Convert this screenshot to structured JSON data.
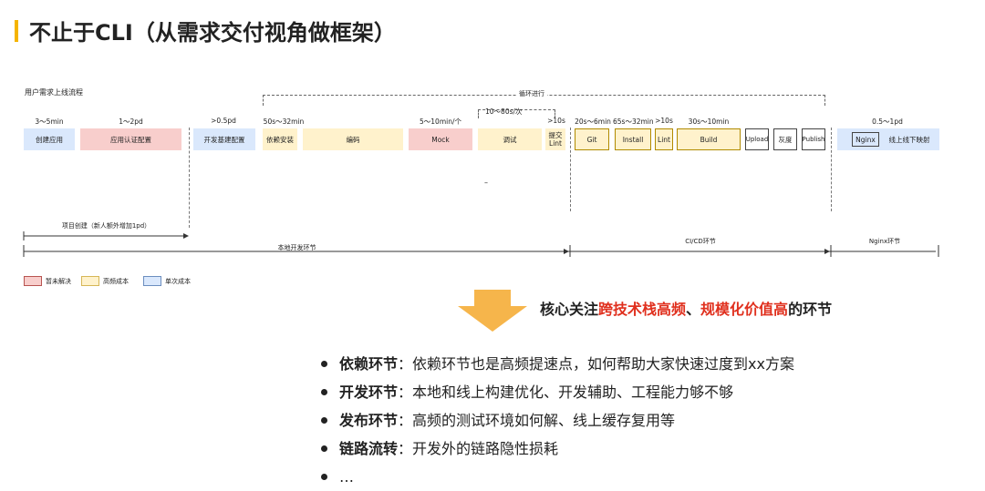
{
  "title": "不止于CLI（从需求交付视角做框架）",
  "flow_label": "用户需求上线流程",
  "loop_label": "循环进行",
  "inner_loop_label": "10～80s/次",
  "steps": [
    {
      "duration": "3～5min",
      "label": "创建应用",
      "cost": "single"
    },
    {
      "duration": "1～2pd",
      "label": "应用认证配置",
      "cost": "unsolved"
    },
    {
      "duration": ">0.5pd",
      "label": "开发基建配置",
      "cost": "single"
    },
    {
      "duration": "50s～32min",
      "label": "依赖安装",
      "cost": "high"
    },
    {
      "duration": "",
      "label": "编码",
      "cost": "high"
    },
    {
      "duration": "5～10min/个",
      "label": "Mock",
      "cost": "unsolved"
    },
    {
      "duration": "",
      "label": "调试",
      "cost": "high"
    },
    {
      "duration": ">10s",
      "label": "提交 Lint",
      "cost": "high"
    },
    {
      "duration": "20s～6min",
      "label": "Git",
      "cost": "high"
    },
    {
      "duration": "65s～32min",
      "label": "Install",
      "cost": "high"
    },
    {
      "duration": ">10s",
      "label": "Lint",
      "cost": "high"
    },
    {
      "duration": "30s～10min",
      "label": "Build",
      "cost": "high"
    },
    {
      "duration": "",
      "label": "Upload",
      "cost": "none"
    },
    {
      "duration": "",
      "label": "灰度",
      "cost": "none"
    },
    {
      "duration": "",
      "label": "Publish",
      "cost": "none"
    },
    {
      "duration": "0.5～1pd",
      "label": "Nginx",
      "cost": "single"
    },
    {
      "duration": "",
      "label": "线上线下映射",
      "cost": "single"
    }
  ],
  "dash_mark": "–",
  "segments": {
    "project_create": "项目创建（新人额外增加1pd）",
    "local_dev": "本地开发环节",
    "cicd": "CI/CD环节",
    "nginx": "Nginx环节"
  },
  "legend": [
    {
      "label": "暂未解决",
      "color": "#f8cecc",
      "border": "#b85450"
    },
    {
      "label": "高频成本",
      "color": "#fff2cc",
      "border": "#d6b656"
    },
    {
      "label": "单次成本",
      "color": "#dae8fc",
      "border": "#6c8ebf"
    }
  ],
  "callout": {
    "prefix": "核心关注",
    "highlight1": "跨技术栈高频",
    "sep": "、",
    "highlight2": "规模化价值高",
    "suffix": "的环节"
  },
  "points": [
    {
      "head": "依赖环节",
      "sep": "：",
      "text": "依赖环节也是高频提速点，如何帮助大家快速过度到xx方案"
    },
    {
      "head": "开发环节",
      "sep": "：",
      "text": "本地和线上构建优化、开发辅助、工程能力够不够"
    },
    {
      "head": "发布环节",
      "sep": "：",
      "text": "高频的测试环境如何解、线上缓存复用等"
    },
    {
      "head": "链路流转",
      "sep": "：",
      "text": "开发外的链路隐性损耗"
    },
    {
      "head": "",
      "sep": "",
      "text": "…"
    }
  ],
  "colors": {
    "accent": "#f5b400",
    "highlight": "#e0301e",
    "arrow": "#f6b54b"
  }
}
